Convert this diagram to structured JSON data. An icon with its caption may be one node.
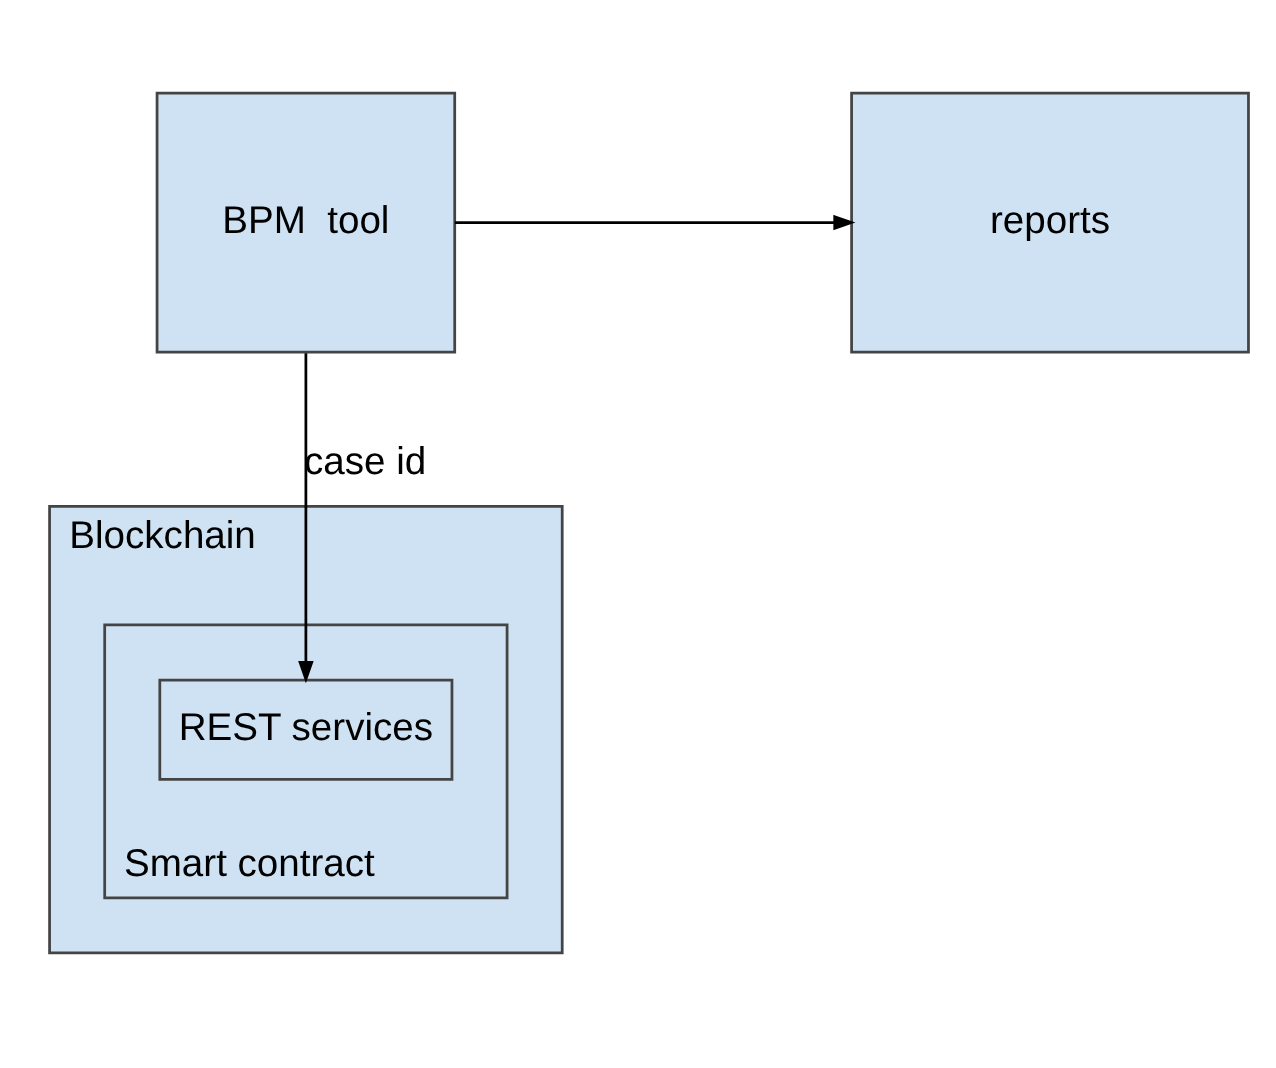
{
  "diagram": {
    "nodes": [
      {
        "text": [
          "BPM  tool"
        ]
      },
      {
        "text": [
          "reports"
        ]
      },
      {
        "text": [
          "Blockchain"
        ]
      },
      {
        "text": [
          "Smart contract"
        ],
        "in": 2
      },
      {
        "text": [
          "REST services"
        ],
        "in": 3
      }
    ],
    "edges": [
      {
        "from": 0,
        "to": 1,
        "arrow": "to"
      },
      {
        "from": 0,
        "to": 4,
        "arrow": "to",
        "label": "case id"
      }
    ]
  }
}
